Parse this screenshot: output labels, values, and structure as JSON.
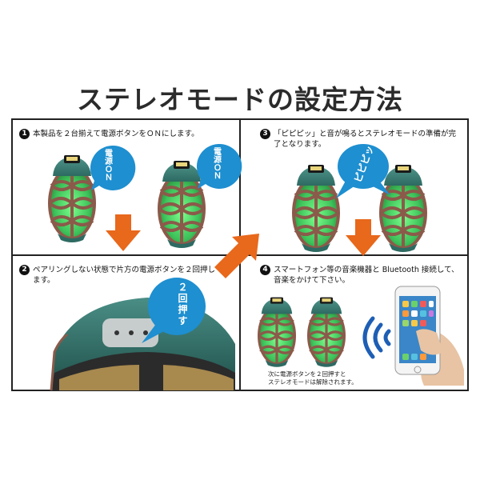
{
  "title": "ステレオモードの設定方法",
  "steps": [
    {
      "num": "1",
      "text": "本製品を２台揃えて電源ボタンをＯＮにします。"
    },
    {
      "num": "2",
      "text": "ペアリングしない状態で片方の電源ボタンを２回押します。"
    },
    {
      "num": "3",
      "text": "「ピピピッ」と音が鳴るとステレオモードの準備が完了となります。"
    },
    {
      "num": "4",
      "text": "スマートフォン等の音楽機器と Bluetooth 接続して、音楽をかけて下さい。"
    }
  ],
  "bubbles": {
    "power_on": "電源ＯＮ",
    "press_twice": "２回押す",
    "pipipi": "ピピピッ"
  },
  "note": "次に電源ボタンを２回押すと\nステレオモードは解除されます。",
  "colors": {
    "bubble": "#1e8fd0",
    "arrow": "#e8681c",
    "speaker_body": "#8b5a4a",
    "speaker_top": "#3a7d74",
    "glow": "#4fd36a"
  }
}
